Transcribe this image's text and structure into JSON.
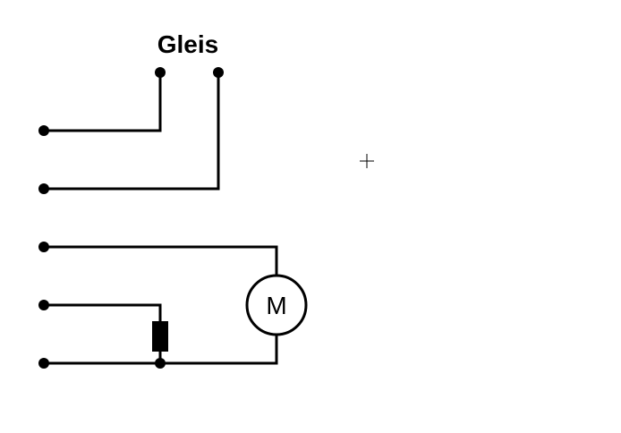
{
  "diagram": {
    "type": "circuit-schematic",
    "track_label": "Gleis",
    "motor_label": "M",
    "components": [
      {
        "id": "track",
        "kind": "track-connection",
        "label": "Gleis",
        "terminals": 2
      },
      {
        "id": "motor",
        "kind": "motor",
        "label": "M"
      },
      {
        "id": "resistor",
        "kind": "resistor"
      },
      {
        "id": "cursor",
        "kind": "crosshair-cursor"
      }
    ],
    "terminals": [
      "terminal-1",
      "terminal-2",
      "terminal-3",
      "terminal-4",
      "terminal-5"
    ],
    "connections": [
      {
        "from": "terminal-1",
        "to": "track-left"
      },
      {
        "from": "terminal-2",
        "to": "track-right"
      },
      {
        "from": "terminal-3",
        "to": "motor-top"
      },
      {
        "from": "terminal-4",
        "to": "resistor-top"
      },
      {
        "from": "terminal-5",
        "to": "resistor-bottom"
      },
      {
        "from": "terminal-5",
        "to": "motor-bottom"
      }
    ]
  }
}
